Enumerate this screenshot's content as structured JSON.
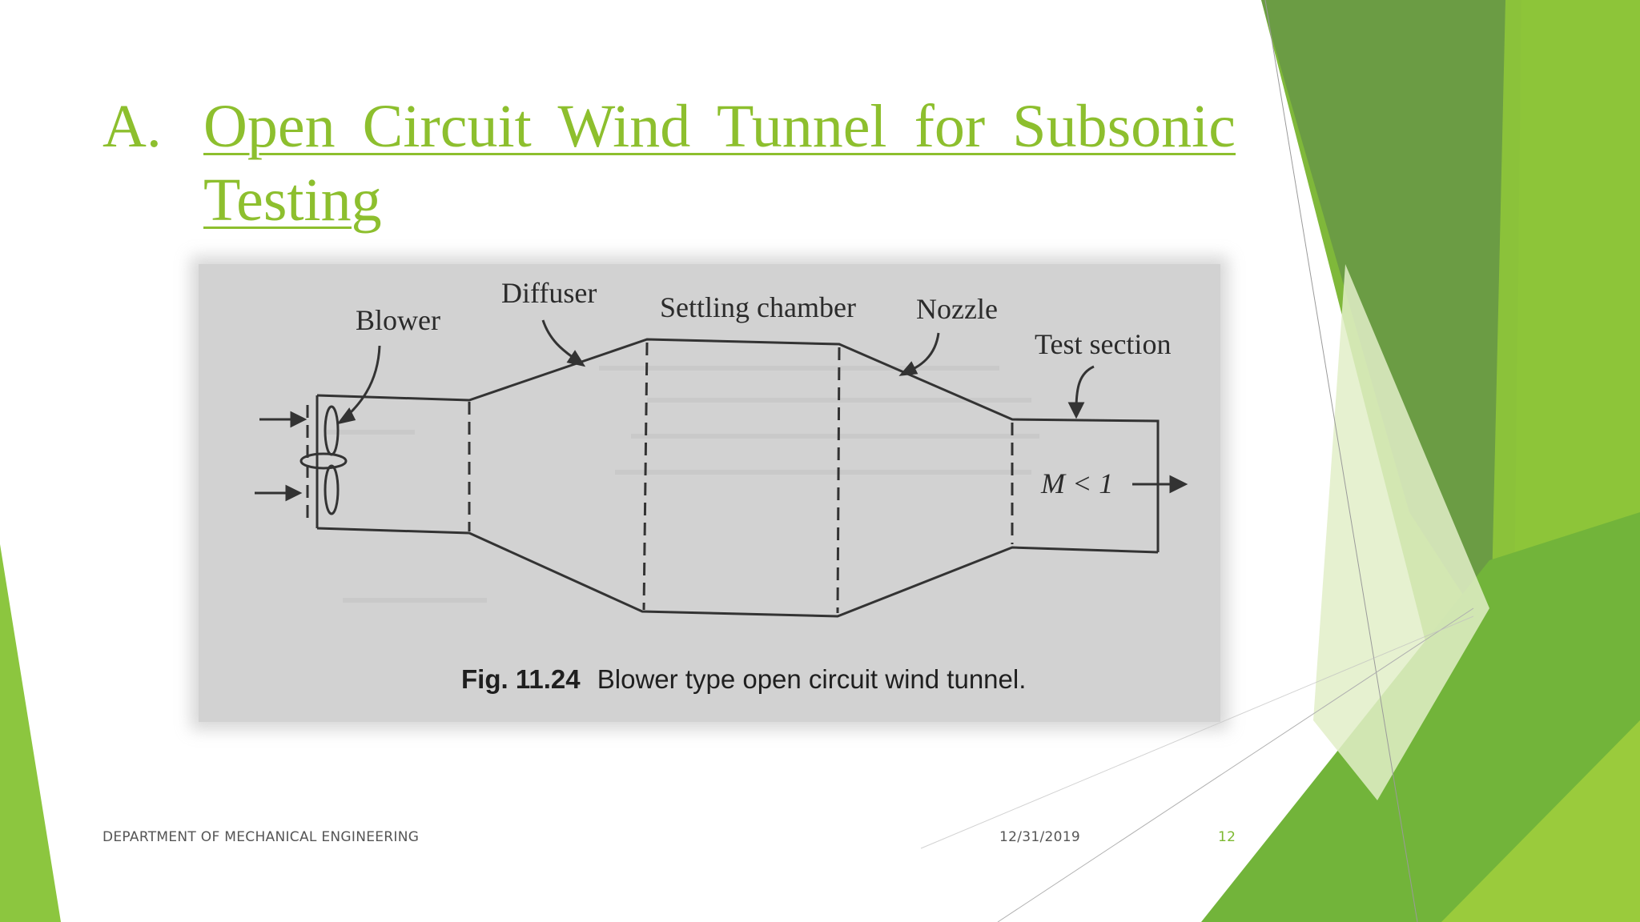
{
  "slide": {
    "title_marker": "A.",
    "title": " Open Circuit Wind Tunnel for Subsonic Testing"
  },
  "diagram": {
    "labels": {
      "blower": "Blower",
      "diffuser": "Diffuser",
      "settling_chamber": "Settling chamber",
      "nozzle": "Nozzle",
      "test_section": "Test section",
      "mach": "M < 1"
    },
    "caption_number": "Fig. 11.24",
    "caption_text": "Blower type open circuit wind tunnel."
  },
  "footer": {
    "department": "DEPARTMENT OF MECHANICAL ENGINEERING",
    "date": "12/31/2019",
    "page_number": "12"
  },
  "colors": {
    "accent_green": "#8dbf2e",
    "dark_green": "#5d9a2a",
    "light_green": "#c9e29a"
  }
}
